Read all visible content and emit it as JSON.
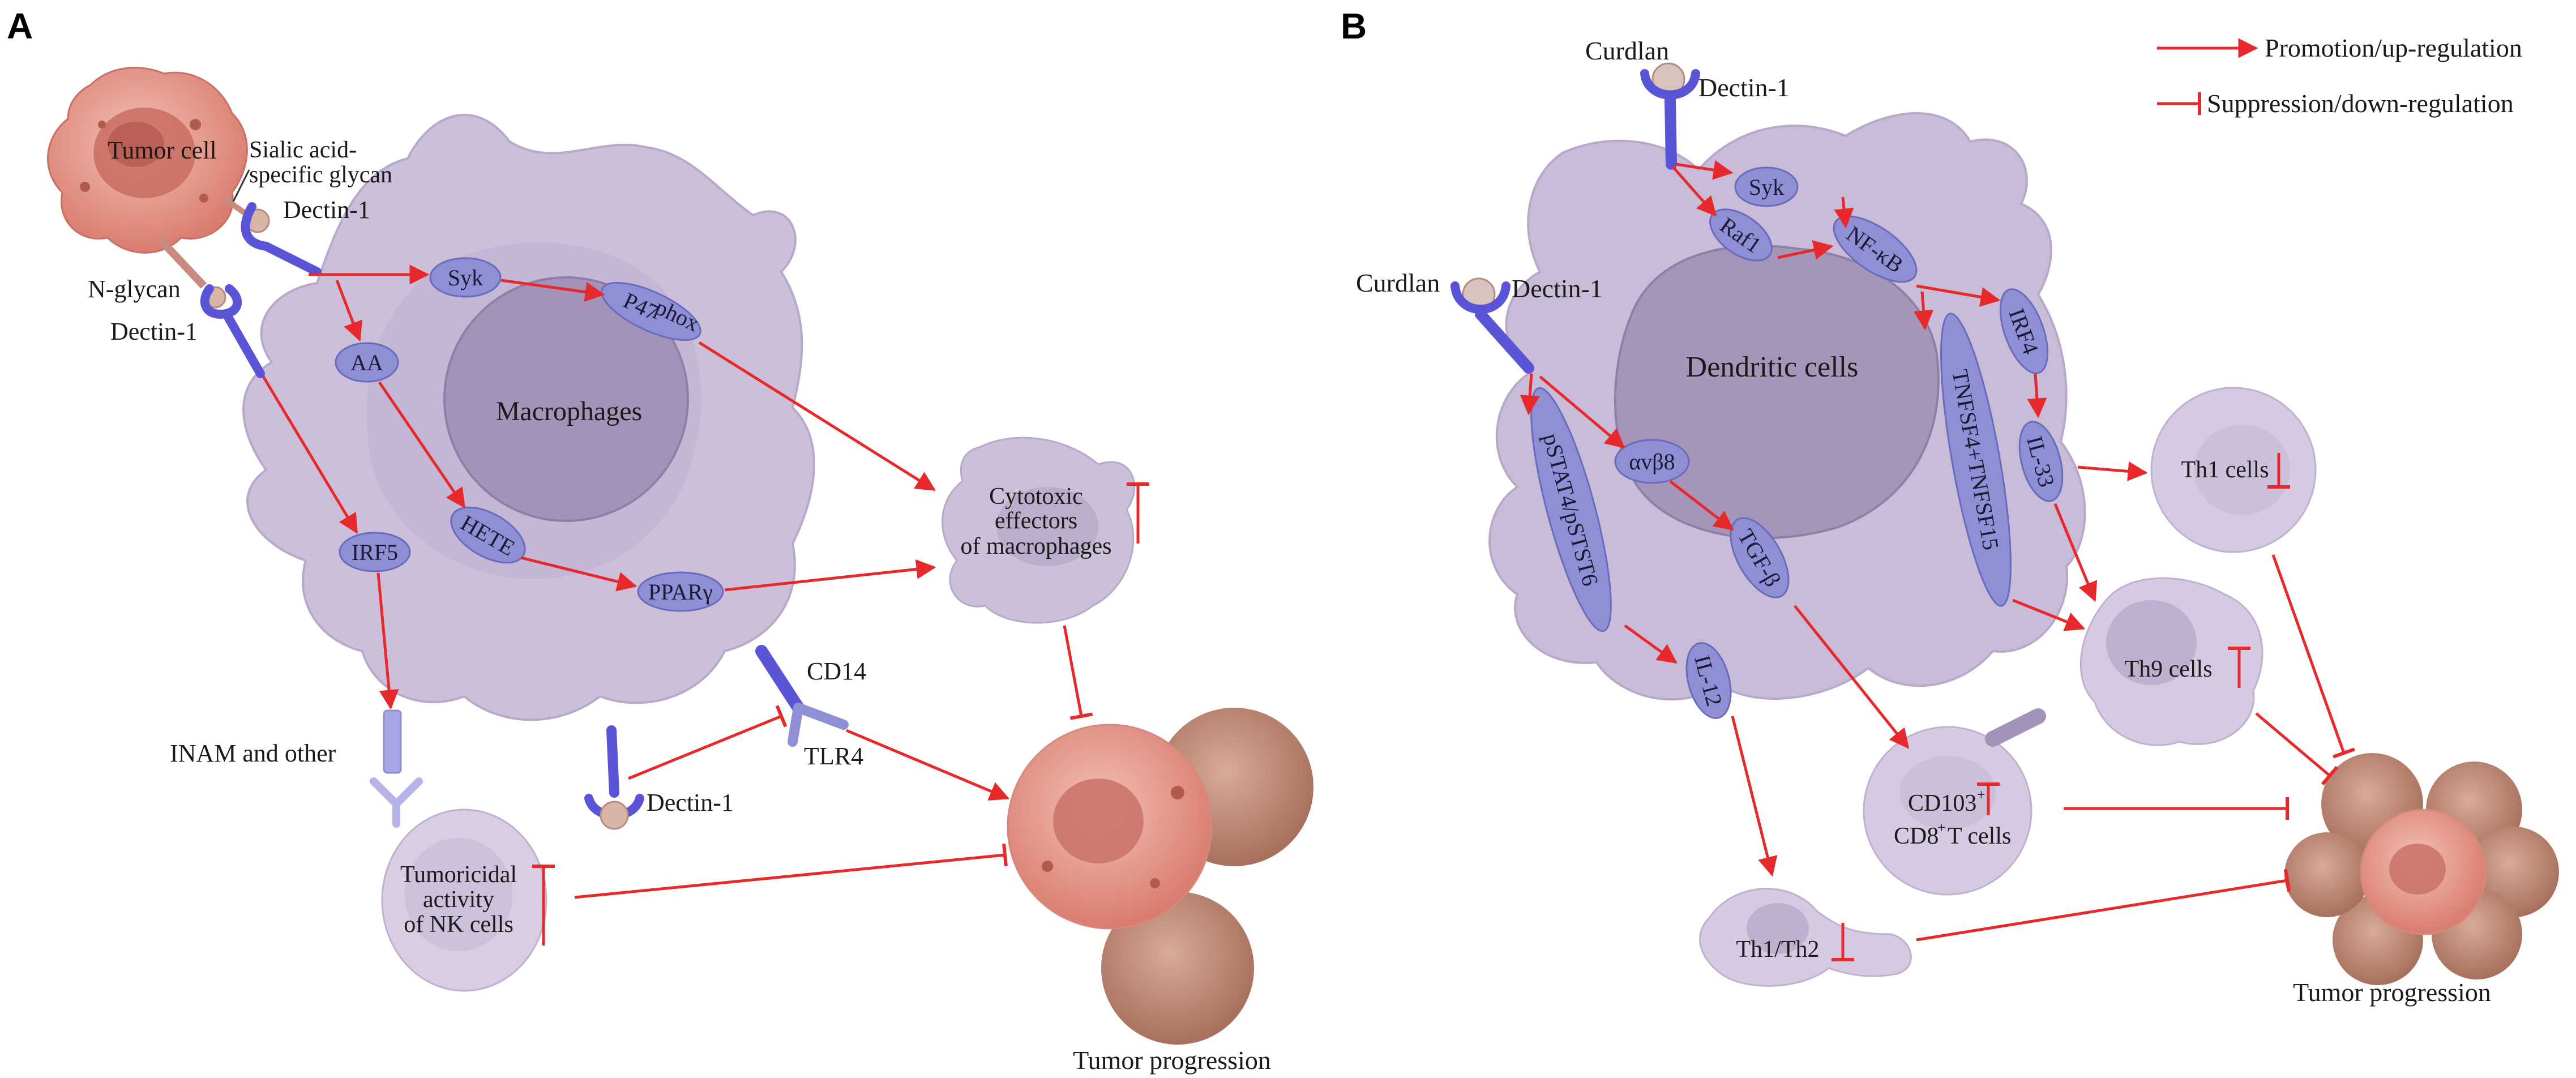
{
  "panel_a": {
    "letter": "A",
    "tumor_cell": "Tumor cell",
    "sialic_1": "Sialic acid-",
    "sialic_2": "specific glycan",
    "dectin_top": "Dectin-1",
    "n_glycan": "N-glycan",
    "dectin_left": "Dectin-1",
    "syk": "Syk",
    "p47": "P47",
    "p47_sup": "phox",
    "aa": "AA",
    "macrophages": "Macrophages",
    "irf5": "IRF5",
    "hete": "HETE",
    "ppar": "PPARγ",
    "cytotoxic_1": "Cytotoxic",
    "cytotoxic_2": "effectors",
    "cytotoxic_3": "of macrophages",
    "cd14": "CD14",
    "tlr4": "TLR4",
    "dectin_bottom": "Dectin-1",
    "inam": "INAM and other",
    "nk_1": "Tumoricidal",
    "nk_2": "activity",
    "nk_3": "of NK cells",
    "tumor_progression": "Tumor progression"
  },
  "panel_b": {
    "letter": "B",
    "curdlan_top": "Curdlan",
    "dectin_top": "Dectin-1",
    "curdlan_left": "Curdlan",
    "dectin_left": "Dectin-1",
    "syk": "Syk",
    "raf1": "Raf1",
    "nfkb": "NF-κB",
    "irf4": "IRF4",
    "dendritic": "Dendritic cells",
    "tnfsf": "TNFSF4+TNFSF15",
    "il33": "IL-33",
    "pstat": "pSTAT4/pSTST6",
    "avb8": "αvβ8",
    "tgfb": "TGF-β",
    "il12": "IL-12",
    "th1": "Th1 cells",
    "th9": "Th9 cells",
    "cd103_1": "CD103",
    "cd103_sup": "+",
    "cd8_1": "CD8",
    "cd8_sup": "+",
    "cd8_2": " T cells",
    "th1th2": "Th1/Th2",
    "tumor_progression": "Tumor progression"
  },
  "legend": {
    "promotion": "Promotion/up-regulation",
    "suppression": "Suppression/down-regulation"
  },
  "colors": {
    "arrow": "#e8292c",
    "node": "#8f8fd6",
    "cell": "#cbbfd9",
    "tumor": "#e9a49a"
  }
}
